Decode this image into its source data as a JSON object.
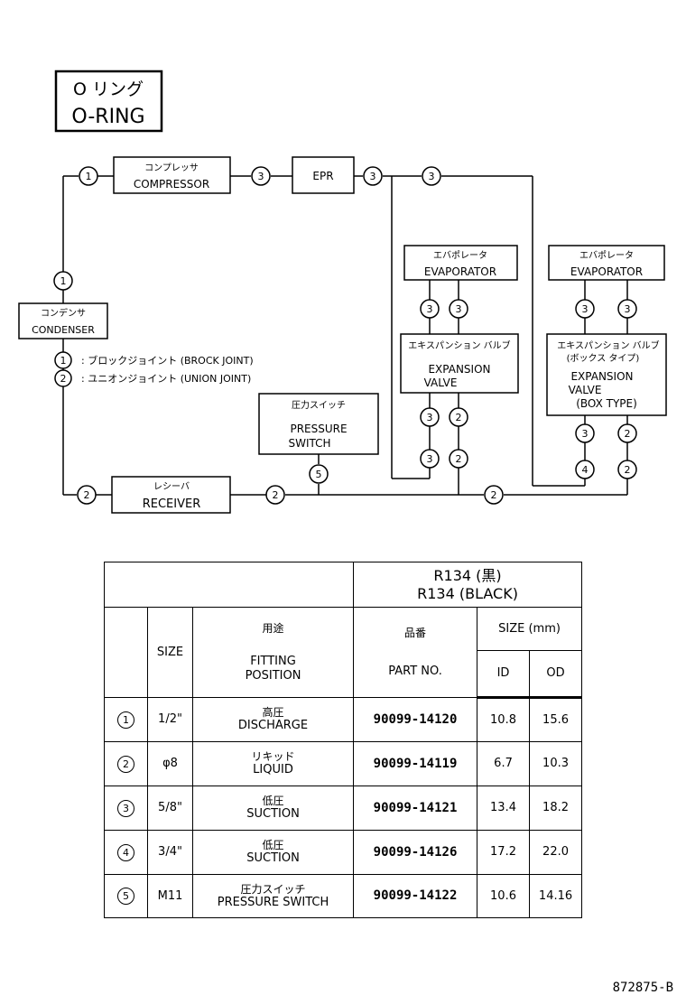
{
  "title": {
    "jp": "O リング",
    "en": "O-RING"
  },
  "diagram": {
    "compressor": {
      "jp": "コンプレッサ",
      "en": "COMPRESSOR"
    },
    "epr": "EPR",
    "condenser": {
      "jp": "コンデンサ",
      "en": "CONDENSER"
    },
    "receiver": {
      "jp": "レシーバ",
      "en": "RECEIVER"
    },
    "pressure_switch": {
      "jp": "圧力スイッチ",
      "en1": "PRESSURE",
      "en2": "SWITCH"
    },
    "evaporator_1": {
      "jp": "エバポレータ",
      "en": "EVAPORATOR"
    },
    "evaporator_2": {
      "jp": "エバポレータ",
      "en": "EVAPORATOR"
    },
    "expansion_valve_1": {
      "jp": "エキスパンション バルブ",
      "en1": "EXPANSION",
      "en2": "VALVE"
    },
    "expansion_valve_2": {
      "jp1": "エキスパンション バルブ",
      "jp2": "(ボックス タイプ)",
      "en1": "EXPANSION",
      "en2": "VALVE",
      "en3": "(BOX TYPE)"
    },
    "legend": [
      {
        "num": "1",
        "text": ": ブロックジョイント (BROCK JOINT)"
      },
      {
        "num": "2",
        "text": ": ユニオンジョイント (UNION JOINT)"
      }
    ],
    "markers": {
      "m1": "1",
      "m2": "3",
      "m3": "3",
      "m4": "3",
      "m5": "1",
      "m6": "3",
      "m7": "3",
      "m8": "3",
      "m9": "2",
      "m10": "3",
      "m11": "2",
      "m12": "3",
      "m13": "3",
      "m14": "3",
      "m15": "2",
      "m16": "4",
      "m17": "2",
      "m18": "5",
      "m19": "2",
      "m20": "2",
      "m21": "2"
    }
  },
  "table": {
    "header": {
      "r134_jp": "R134 (黒)",
      "r134_en": "R134 (BLACK)",
      "size": "SIZE",
      "fitting_jp": "用途",
      "fitting_en1": "FITTING",
      "fitting_en2": "POSITION",
      "part_jp": "品番",
      "part_en": "PART NO.",
      "size_mm": "SIZE (mm)",
      "id": "ID",
      "od": "OD"
    },
    "rows": [
      {
        "num": "1",
        "size": "1/2\"",
        "jp": "高圧",
        "en": "DISCHARGE",
        "part": "90099-14120",
        "id": "10.8",
        "od": "15.6"
      },
      {
        "num": "2",
        "size": "φ8",
        "jp": "リキッド",
        "en": "LIQUID",
        "part": "90099-14119",
        "id": "6.7",
        "od": "10.3"
      },
      {
        "num": "3",
        "size": "5/8\"",
        "jp": "低圧",
        "en": "SUCTION",
        "part": "90099-14121",
        "id": "13.4",
        "od": "18.2"
      },
      {
        "num": "4",
        "size": "3/4\"",
        "jp": "低圧",
        "en": "SUCTION",
        "part": "90099-14126",
        "id": "17.2",
        "od": "22.0"
      },
      {
        "num": "5",
        "size": "M11",
        "jp": "圧力スイッチ",
        "en": "PRESSURE SWITCH",
        "part": "90099-14122",
        "id": "10.6",
        "od": "14.16"
      }
    ]
  },
  "doc_id": "872875-B"
}
